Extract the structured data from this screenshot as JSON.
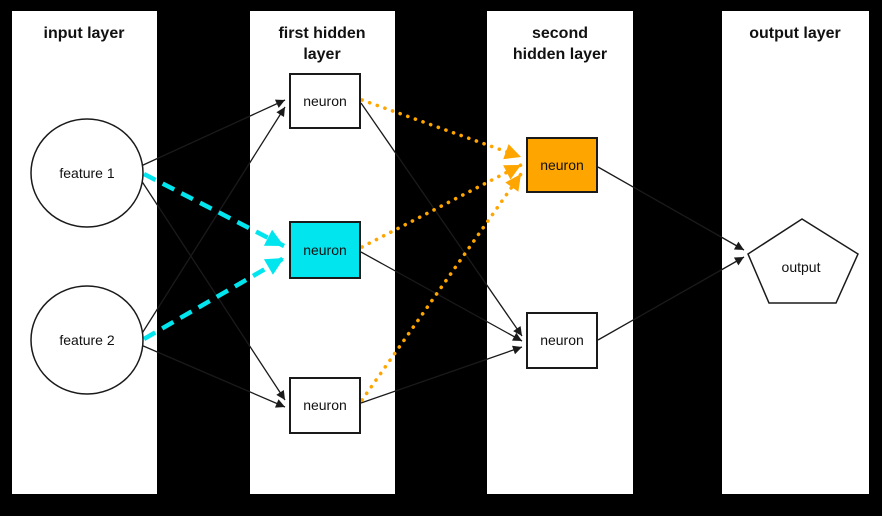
{
  "diagram_type": "neural-network-architecture",
  "canvas": {
    "background": "#000000",
    "panel_background": "#ffffff"
  },
  "colors": {
    "highlight_cyan": "#00e5ee",
    "highlight_orange": "#ffa500",
    "edge_black": "#1a1a1a"
  },
  "titles": {
    "input": "input layer",
    "hidden1_line1": "first hidden",
    "hidden1_line2": "layer",
    "hidden2_line1": "second",
    "hidden2_line2": "hidden layer",
    "output": "output layer"
  },
  "nodes": {
    "feature1": {
      "label": "feature 1",
      "shape": "circle",
      "layer": "input"
    },
    "feature2": {
      "label": "feature 2",
      "shape": "circle",
      "layer": "input"
    },
    "hidden1_top": {
      "label": "neuron",
      "shape": "rect",
      "layer": "first hidden"
    },
    "hidden1_middle": {
      "label": "neuron",
      "shape": "rect",
      "layer": "first hidden",
      "highlight": "cyan"
    },
    "hidden1_bottom": {
      "label": "neuron",
      "shape": "rect",
      "layer": "first hidden"
    },
    "hidden2_top": {
      "label": "neuron",
      "shape": "rect",
      "layer": "second hidden",
      "highlight": "orange"
    },
    "hidden2_bottom": {
      "label": "neuron",
      "shape": "rect",
      "layer": "second hidden"
    },
    "output": {
      "label": "output",
      "shape": "pentagon",
      "layer": "output"
    }
  },
  "edges": [
    {
      "from": "feature1",
      "to": "hidden1_top",
      "style": "solid",
      "color": "black"
    },
    {
      "from": "feature2",
      "to": "hidden1_top",
      "style": "solid",
      "color": "black"
    },
    {
      "from": "feature1",
      "to": "hidden1_middle",
      "style": "dashed",
      "color": "cyan"
    },
    {
      "from": "feature2",
      "to": "hidden1_middle",
      "style": "dashed",
      "color": "cyan"
    },
    {
      "from": "feature1",
      "to": "hidden1_bottom",
      "style": "solid",
      "color": "black"
    },
    {
      "from": "feature2",
      "to": "hidden1_bottom",
      "style": "solid",
      "color": "black"
    },
    {
      "from": "hidden1_top",
      "to": "hidden2_top",
      "style": "dotted",
      "color": "orange"
    },
    {
      "from": "hidden1_middle",
      "to": "hidden2_top",
      "style": "dotted",
      "color": "orange"
    },
    {
      "from": "hidden1_bottom",
      "to": "hidden2_top",
      "style": "dotted",
      "color": "orange"
    },
    {
      "from": "hidden1_top",
      "to": "hidden2_bottom",
      "style": "solid",
      "color": "black"
    },
    {
      "from": "hidden1_middle",
      "to": "hidden2_bottom",
      "style": "solid",
      "color": "black"
    },
    {
      "from": "hidden1_bottom",
      "to": "hidden2_bottom",
      "style": "solid",
      "color": "black"
    },
    {
      "from": "hidden2_top",
      "to": "output",
      "style": "solid",
      "color": "black"
    },
    {
      "from": "hidden2_bottom",
      "to": "output",
      "style": "solid",
      "color": "black"
    }
  ]
}
